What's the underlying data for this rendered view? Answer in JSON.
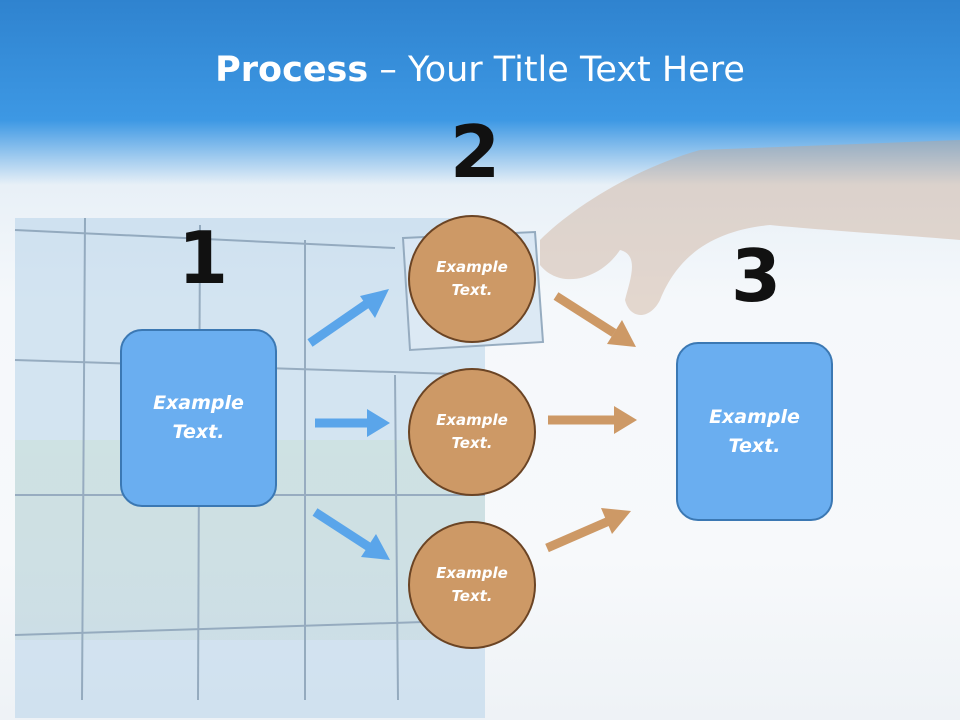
{
  "title": {
    "bold": "Process",
    "rest": " – Your Title Text Here"
  },
  "steps": [
    {
      "number": "1",
      "text": [
        "Example",
        "Text."
      ]
    },
    {
      "number": "2",
      "items": [
        {
          "text": [
            "Example",
            "Text."
          ]
        },
        {
          "text": [
            "Example",
            "Text."
          ]
        },
        {
          "text": [
            "Example",
            "Text."
          ]
        }
      ]
    },
    {
      "number": "3",
      "text": [
        "Example",
        "Text."
      ]
    }
  ],
  "colors": {
    "header": "#3d98e4",
    "box": "#6aaef0",
    "circle": "#cd9966",
    "blue_arrow": "#5aa5ea",
    "brown_arrow": "#cd9966"
  }
}
